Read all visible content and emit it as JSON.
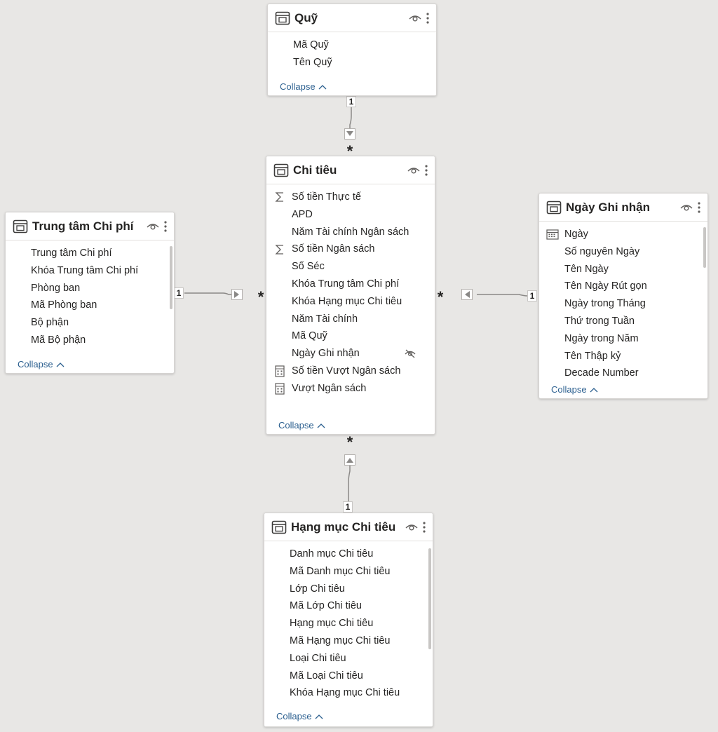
{
  "collapse_label": "Collapse",
  "relationships": {
    "one": "1",
    "many": "*"
  },
  "tables": {
    "quy": {
      "title": "Quỹ",
      "fields": [
        {
          "label": "Mã Quỹ"
        },
        {
          "label": "Tên Quỹ"
        }
      ]
    },
    "chitieu": {
      "title": "Chi tiêu",
      "fields": [
        {
          "label": "Số tiền Thực tế",
          "icon": "sigma-icon"
        },
        {
          "label": "APD"
        },
        {
          "label": "Năm Tài chính Ngân sách"
        },
        {
          "label": "Số tiền Ngân sách",
          "icon": "sigma-icon"
        },
        {
          "label": "Số Séc"
        },
        {
          "label": "Khóa Trung tâm Chi phí"
        },
        {
          "label": "Khóa Hạng mục Chi tiêu"
        },
        {
          "label": "Năm Tài chính"
        },
        {
          "label": "Mã Quỹ"
        },
        {
          "label": "Ngày Ghi nhận",
          "hidden": true
        },
        {
          "label": "Số tiền Vượt Ngân sách",
          "icon": "calculator-icon"
        },
        {
          "label": "Vượt Ngân sách",
          "icon": "calculator-icon"
        }
      ]
    },
    "trungtam": {
      "title": "Trung tâm Chi phí",
      "fields": [
        {
          "label": "Trung tâm Chi phí"
        },
        {
          "label": "Khóa Trung tâm Chi phí"
        },
        {
          "label": "Phòng ban"
        },
        {
          "label": "Mã Phòng ban"
        },
        {
          "label": "Bộ phận"
        },
        {
          "label": "Mã Bộ phận"
        }
      ]
    },
    "ngayghinhan": {
      "title": "Ngày Ghi nhận",
      "fields": [
        {
          "label": "Ngày",
          "icon": "calendar-icon"
        },
        {
          "label": "Số nguyên Ngày"
        },
        {
          "label": "Tên Ngày"
        },
        {
          "label": "Tên Ngày Rút gọn"
        },
        {
          "label": "Ngày trong Tháng"
        },
        {
          "label": "Thứ trong Tuần"
        },
        {
          "label": "Ngày trong Năm"
        },
        {
          "label": "Tên Thập kỷ"
        },
        {
          "label": "Decade Number"
        }
      ]
    },
    "hangmuc": {
      "title": "Hạng mục Chi tiêu",
      "fields": [
        {
          "label": "Danh mục Chi tiêu"
        },
        {
          "label": "Mã Danh mục Chi tiêu"
        },
        {
          "label": "Lớp Chi tiêu"
        },
        {
          "label": "Mã Lớp Chi tiêu"
        },
        {
          "label": "Hạng mục Chi tiêu"
        },
        {
          "label": "Mã Hạng mục Chi tiêu"
        },
        {
          "label": "Loại Chi tiêu"
        },
        {
          "label": "Mã Loại Chi tiêu"
        },
        {
          "label": "Khóa Hạng mục Chi tiêu"
        }
      ]
    }
  }
}
